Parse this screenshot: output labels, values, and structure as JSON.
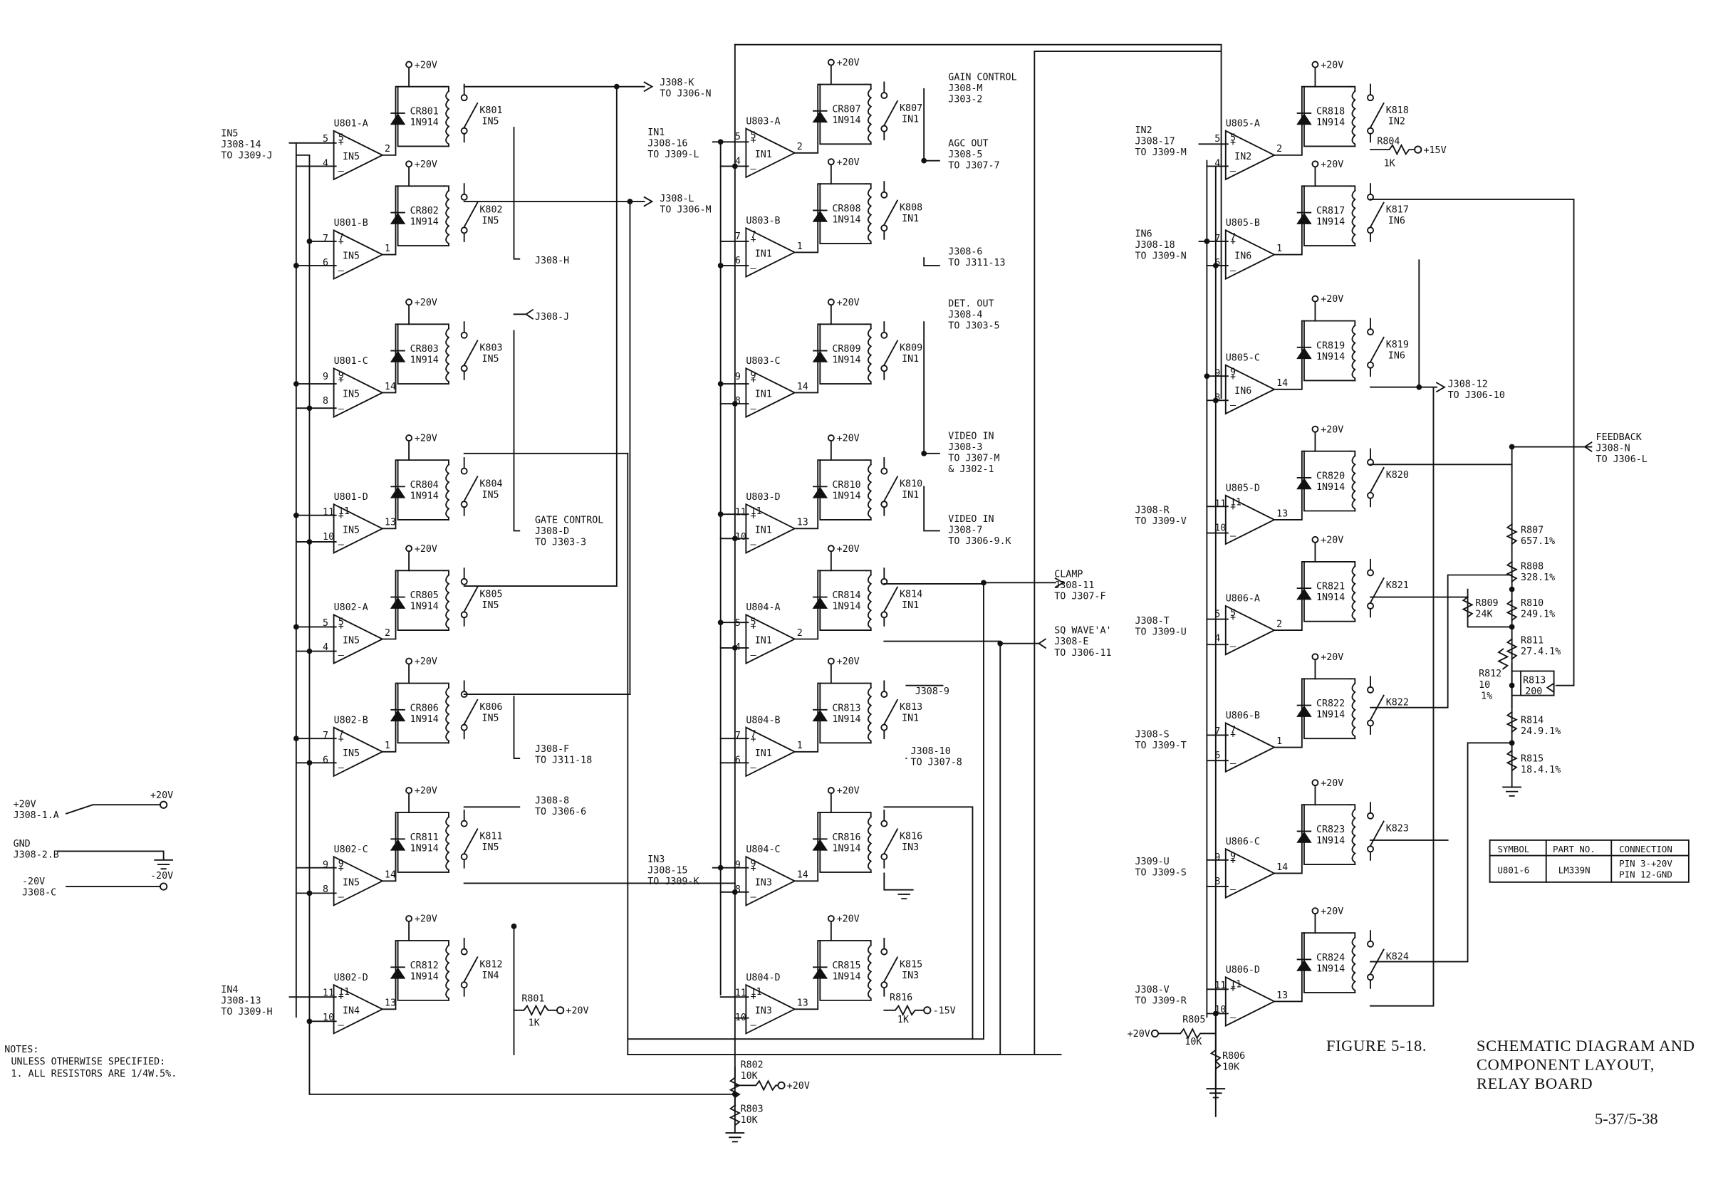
{
  "power": {
    "pos": {
      "name": "+20V",
      "pin": "J308-1.A",
      "rail": "+20V"
    },
    "gnd": {
      "name": "GND",
      "pin": "J308-2.B"
    },
    "neg": {
      "name": "-20V",
      "pin": "J308-C",
      "rail": "-20V"
    }
  },
  "notes": {
    "title": "NOTES:",
    "line1": "UNLESS OTHERWISE SPECIFIED:",
    "line2": "1. ALL RESISTORS ARE 1/4W.5%."
  },
  "rail_label": "+20V",
  "inputs": {
    "in5": [
      "IN5",
      "J308-14",
      "TO J309-J"
    ],
    "in4": [
      "IN4",
      "J308-13",
      "TO J309-H"
    ],
    "in1": [
      "IN1",
      "J308-16",
      "TO J309-L"
    ],
    "in3": [
      "IN3",
      "J308-15",
      "TO J309-K"
    ],
    "in2": [
      "IN2",
      "J308-17",
      "TO J309-M"
    ],
    "in6": [
      "IN6",
      "J308-18",
      "TO J309-N"
    ],
    "r": [
      "J308-R",
      "TO J309-V"
    ],
    "t": [
      "J308-T",
      "TO J309-U"
    ],
    "s": [
      "J308-S",
      "TO J309-T"
    ],
    "u": [
      "J309-U",
      "TO J309-S"
    ],
    "v": [
      "J308-V",
      "TO J309-R"
    ]
  },
  "stages": [
    {
      "u": "U801-A",
      "pin_p": "5",
      "pin_n": "4",
      "pin_o": "2",
      "sig": "IN5",
      "cr": "CR801",
      "d": "1N914",
      "k": "K801",
      "ks": "IN5"
    },
    {
      "u": "U801-B",
      "pin_p": "7",
      "pin_n": "6",
      "pin_o": "1",
      "sig": "IN5",
      "cr": "CR802",
      "d": "1N914",
      "k": "K802",
      "ks": "IN5"
    },
    {
      "u": "U801-C",
      "pin_p": "9",
      "pin_n": "8",
      "pin_o": "14",
      "sig": "IN5",
      "cr": "CR803",
      "d": "1N914",
      "k": "K803",
      "ks": "IN5"
    },
    {
      "u": "U801-D",
      "pin_p": "11",
      "pin_n": "10",
      "pin_o": "13",
      "sig": "IN5",
      "cr": "CR804",
      "d": "1N914",
      "k": "K804",
      "ks": "IN5"
    },
    {
      "u": "U802-A",
      "pin_p": "5",
      "pin_n": "4",
      "pin_o": "2",
      "sig": "IN5",
      "cr": "CR805",
      "d": "1N914",
      "k": "K805",
      "ks": "IN5"
    },
    {
      "u": "U802-B",
      "pin_p": "7",
      "pin_n": "6",
      "pin_o": "1",
      "sig": "IN5",
      "cr": "CR806",
      "d": "1N914",
      "k": "K806",
      "ks": "IN5"
    },
    {
      "u": "U802-C",
      "pin_p": "9",
      "pin_n": "8",
      "pin_o": "14",
      "sig": "IN5",
      "cr": "CR811",
      "d": "1N914",
      "k": "K811",
      "ks": "IN5"
    },
    {
      "u": "U802-D",
      "pin_p": "11",
      "pin_n": "10",
      "pin_o": "13",
      "sig": "IN4",
      "cr": "CR812",
      "d": "1N914",
      "k": "K812",
      "ks": "IN4"
    },
    {
      "u": "U803-A",
      "pin_p": "5",
      "pin_n": "4",
      "pin_o": "2",
      "sig": "IN1",
      "cr": "CR807",
      "d": "1N914",
      "k": "K807",
      "ks": "IN1"
    },
    {
      "u": "U803-B",
      "pin_p": "7",
      "pin_n": "6",
      "pin_o": "1",
      "sig": "IN1",
      "cr": "CR808",
      "d": "1N914",
      "k": "K808",
      "ks": "IN1"
    },
    {
      "u": "U803-C",
      "pin_p": "9",
      "pin_n": "8",
      "pin_o": "14",
      "sig": "IN1",
      "cr": "CR809",
      "d": "1N914",
      "k": "K809",
      "ks": "IN1"
    },
    {
      "u": "U803-D",
      "pin_p": "11",
      "pin_n": "10",
      "pin_o": "13",
      "sig": "IN1",
      "cr": "CR810",
      "d": "1N914",
      "k": "K810",
      "ks": "IN1"
    },
    {
      "u": "U804-A",
      "pin_p": "5",
      "pin_n": "4",
      "pin_o": "2",
      "sig": "IN1",
      "cr": "CR814",
      "d": "1N914",
      "k": "K814",
      "ks": "IN1"
    },
    {
      "u": "U804-B",
      "pin_p": "7",
      "pin_n": "6",
      "pin_o": "1",
      "sig": "IN1",
      "cr": "CR813",
      "d": "1N914",
      "k": "K813",
      "ks": "IN1"
    },
    {
      "u": "U804-C",
      "pin_p": "9",
      "pin_n": "8",
      "pin_o": "14",
      "sig": "IN3",
      "cr": "CR816",
      "d": "1N914",
      "k": "K816",
      "ks": "IN3"
    },
    {
      "u": "U804-D",
      "pin_p": "11",
      "pin_n": "10",
      "pin_o": "13",
      "sig": "IN3",
      "cr": "CR815",
      "d": "1N914",
      "k": "K815",
      "ks": "IN3"
    },
    {
      "u": "U805-A",
      "pin_p": "5",
      "pin_n": "4",
      "pin_o": "2",
      "sig": "IN2",
      "cr": "CR818",
      "d": "1N914",
      "k": "K818",
      "ks": "IN2"
    },
    {
      "u": "U805-B",
      "pin_p": "7",
      "pin_n": "6",
      "pin_o": "1",
      "sig": "IN6",
      "cr": "CR817",
      "d": "1N914",
      "k": "K817",
      "ks": "IN6"
    },
    {
      "u": "U805-C",
      "pin_p": "9",
      "pin_n": "8",
      "pin_o": "14",
      "sig": "IN6",
      "cr": "CR819",
      "d": "1N914",
      "k": "K819",
      "ks": "IN6"
    },
    {
      "u": "U805-D",
      "pin_p": "11",
      "pin_n": "10",
      "pin_o": "13",
      "sig": "",
      "cr": "CR820",
      "d": "1N914",
      "k": "K820",
      "ks": ""
    },
    {
      "u": "U806-A",
      "pin_p": "5",
      "pin_n": "4",
      "pin_o": "2",
      "sig": "",
      "cr": "CR821",
      "d": "1N914",
      "k": "K821",
      "ks": ""
    },
    {
      "u": "U806-B",
      "pin_p": "7",
      "pin_n": "6",
      "pin_o": "1",
      "sig": "",
      "cr": "CR822",
      "d": "1N914",
      "k": "K822",
      "ks": ""
    },
    {
      "u": "U806-C",
      "pin_p": "9",
      "pin_n": "8",
      "pin_o": "14",
      "sig": "",
      "cr": "CR823",
      "d": "1N914",
      "k": "K823",
      "ks": ""
    },
    {
      "u": "U806-D",
      "pin_p": "11",
      "pin_n": "10",
      "pin_o": "13",
      "sig": "",
      "cr": "CR824",
      "d": "1N914",
      "k": "K824",
      "ks": ""
    }
  ],
  "outputs": {
    "j308k": [
      "J308-K",
      "TO J306-N"
    ],
    "j308l": [
      "J308-L",
      "TO J306-M"
    ],
    "j308h": [
      "J308-H"
    ],
    "j308j": [
      "J308-J"
    ],
    "gate": [
      "GATE CONTROL",
      "J308-D",
      "TO J303-3"
    ],
    "j308f": [
      "J308-F",
      "TO J311-18"
    ],
    "j3088": [
      "J308-8",
      "TO J306-6"
    ],
    "gain": [
      "GAIN CONTROL",
      "J308-M",
      "J303-2"
    ],
    "agc": [
      "AGC OUT",
      "J308-5",
      "TO J307-7"
    ],
    "j3086": [
      "J308-6",
      "TO J311-13"
    ],
    "det": [
      "DET. OUT",
      "J308-4",
      "TO J303-5"
    ],
    "vin1": [
      "VIDEO IN",
      "J308-3",
      "TO J307-M",
      "& J302-1"
    ],
    "vin2": [
      "VIDEO IN",
      "J308-7",
      "TO J306-9.K"
    ],
    "clamp": [
      "CLAMP",
      "J308-11",
      "TO J307-F"
    ],
    "sqw": [
      "SQ WAVE'A'",
      "J308-E",
      "TO J306-11"
    ],
    "j3089": [
      "J308-9"
    ],
    "j30810": [
      "J308-10",
      "TO J307-8"
    ],
    "j30812": [
      "J308-12",
      "TO J306-10"
    ],
    "fb": [
      "FEEDBACK",
      "J308-N",
      "TO J306-L"
    ]
  },
  "resistors": {
    "r801": [
      "R801",
      "1K"
    ],
    "r802": [
      "R802",
      "10K"
    ],
    "r803": [
      "R803",
      "10K"
    ],
    "r804": [
      "R804",
      "1K"
    ],
    "r805": [
      "R805",
      "10K"
    ],
    "r806": [
      "R806",
      "10K"
    ],
    "r816": [
      "R816",
      "1K"
    ],
    "plus15": "+15V",
    "minus15": "-15V",
    "plus20": "+20V"
  },
  "ladder": [
    [
      "R807",
      "657.1%"
    ],
    [
      "R808",
      "328.1%"
    ],
    [
      "R810",
      "249.1%"
    ],
    [
      "R811",
      "27.4.1%"
    ],
    [
      "R814",
      "24.9.1%"
    ],
    [
      "R815",
      "18.4.1%"
    ]
  ],
  "side_res": {
    "r809": [
      "R809",
      "24K"
    ],
    "r812": [
      "R812",
      "10",
      "1%"
    ],
    "r813": [
      "R813",
      "200"
    ]
  },
  "table": {
    "headers": [
      "SYMBOL",
      "PART NO.",
      "CONNECTION"
    ],
    "row": [
      "U801-6",
      "LM339N",
      "PIN 3-+20V",
      "PIN 12-GND"
    ]
  },
  "figure": {
    "label": "FIGURE 5-18.",
    "line1": "SCHEMATIC DIAGRAM AND",
    "line2": "COMPONENT LAYOUT,",
    "line3": "RELAY BOARD"
  },
  "page": "5-37/5-38"
}
